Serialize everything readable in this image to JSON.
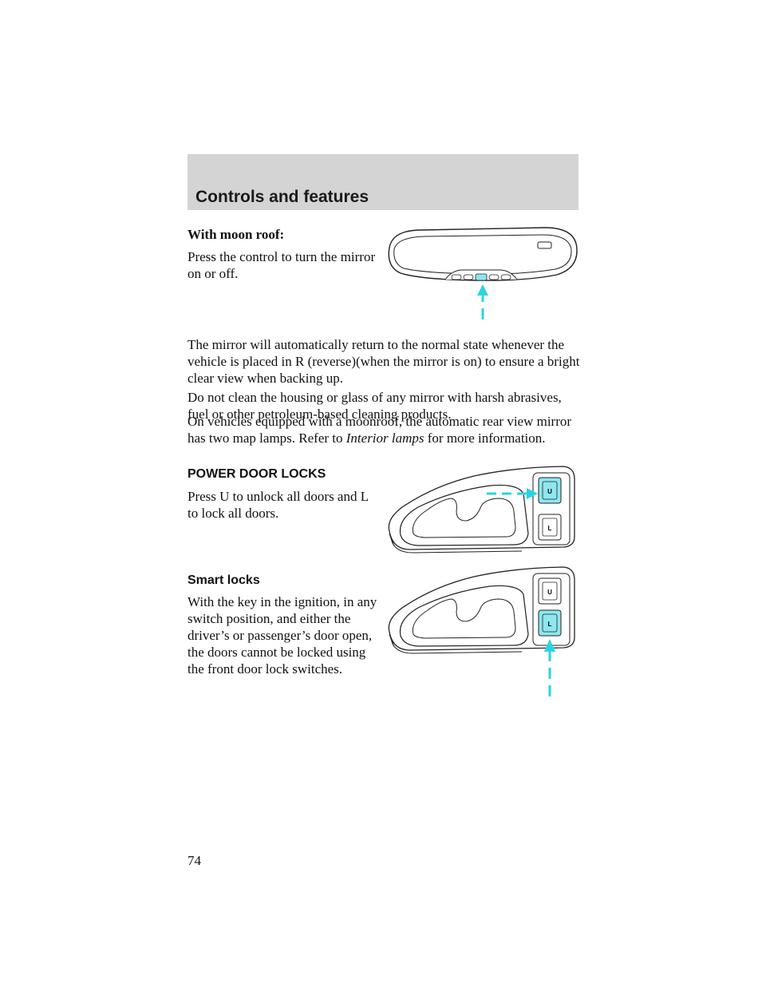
{
  "header": {
    "section_title": "Controls and features"
  },
  "sections": {
    "moon_roof": {
      "subheading": "With moon roof:",
      "instruction": "Press the control to turn the mirror on or off."
    },
    "paragraphs": [
      "The mirror will automatically return to the normal state whenever the vehicle is placed in R (reverse)(when the mirror is on) to ensure a bright clear view when backing up.",
      "Do not clean the housing or glass of any mirror with harsh abrasives, fuel or other petroleum-based cleaning products."
    ],
    "moonroof_note": {
      "before": "On vehicles equipped with a moonroof, the automatic rear view mirror has two map lamps. Refer to ",
      "italic_ref": "Interior lamps",
      "after": " for more information."
    },
    "power_door_locks": {
      "heading": "POWER DOOR LOCKS",
      "instruction": "Press U to unlock all doors and L to lock all doors.",
      "unlock_label": "U",
      "lock_label": "L"
    },
    "smart_locks": {
      "heading": "Smart locks",
      "text": "With the key in the ignition, in any switch position, and either the driver’s or passenger’s door open, the doors cannot be locked using the front door lock switches.",
      "unlock_label": "U",
      "lock_label": "L"
    }
  },
  "page_number": "74",
  "colors": {
    "header_band": "#d4d4d4",
    "highlight": "#8ee6ee",
    "arrow": "#2ad4e0"
  }
}
